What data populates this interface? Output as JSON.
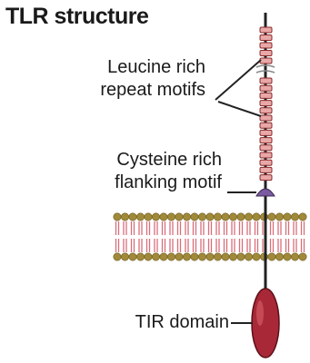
{
  "title": "TLR structure",
  "labels": {
    "lrr_line1": "Leucine rich",
    "lrr_line2": "repeat motifs",
    "crf_line1": "Cysteine rich",
    "crf_line2": "flanking motif",
    "tir": "TIR domain"
  },
  "colors": {
    "repeat_fill": "#e9a8a8",
    "repeat_stroke": "#8a2a2a",
    "flank_fill": "#7a5aa0",
    "lipid_head": "#a08a3a",
    "lipid_tail": "#d86e7a",
    "tir_fill": "#a82838",
    "strand": "#222222"
  }
}
